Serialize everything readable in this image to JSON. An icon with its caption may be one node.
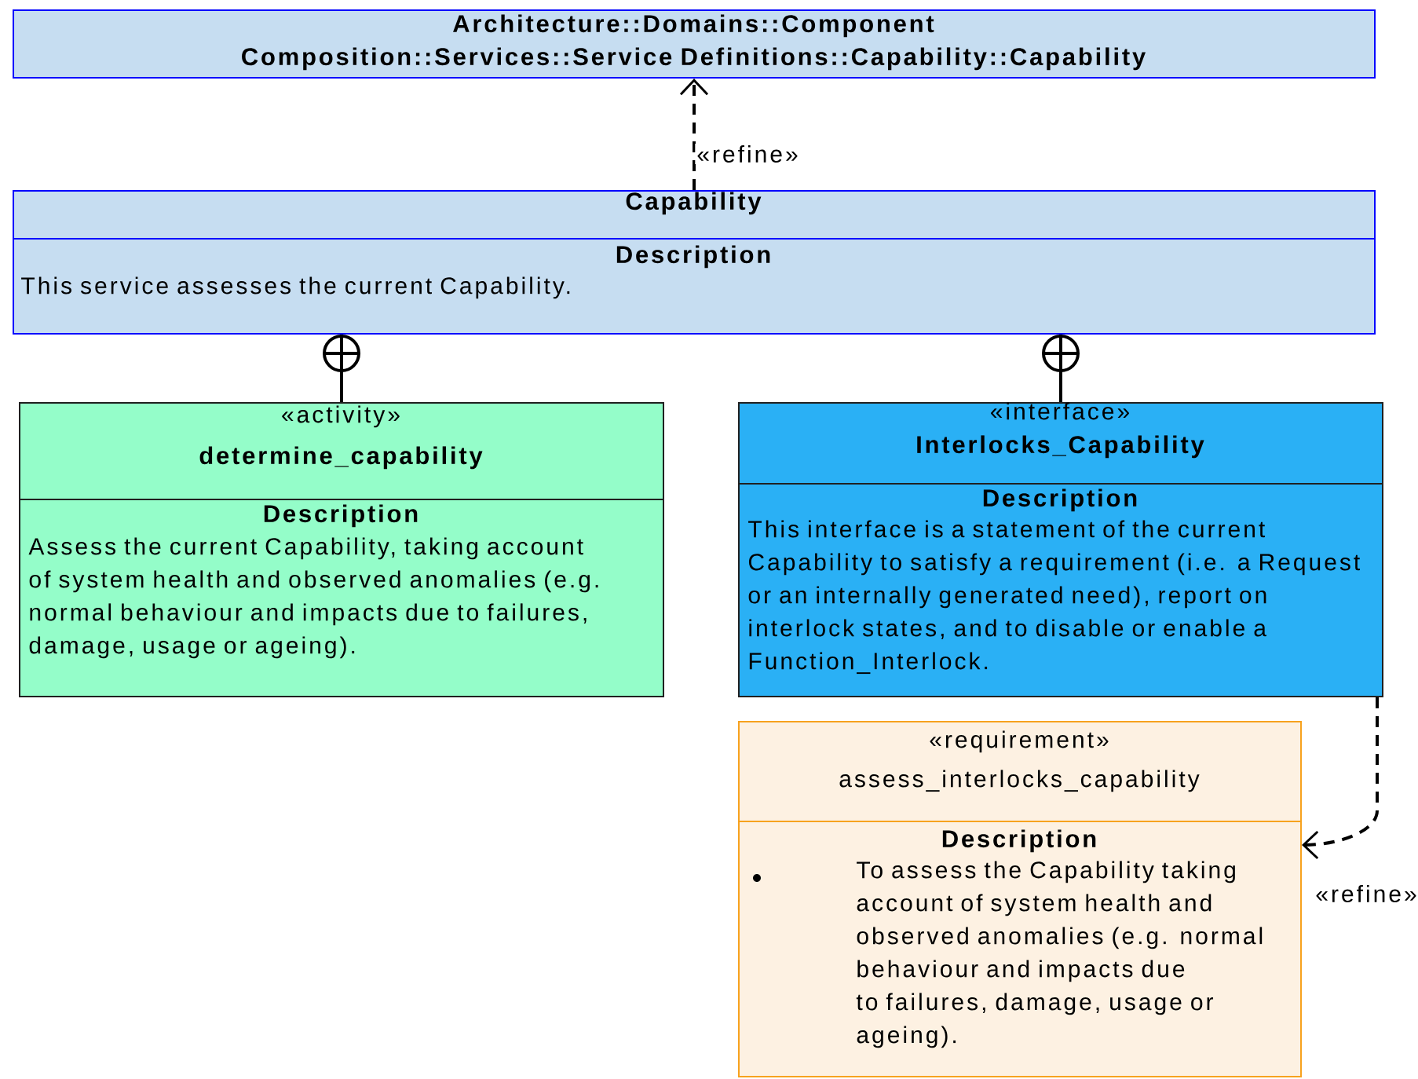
{
  "diagram": {
    "nodes": [
      {
        "text": [
          "Architecture::Domains::Component Composition::Services::Service Definitions::Capability::Capability"
        ]
      },
      {
        "text": [
          "Capability",
          "Description",
          "This service assesses the current Capability."
        ]
      },
      {
        "text": [
          "«activity»",
          "determine_capability",
          "Description",
          "Assess the current Capability, taking account of system health and observed anomalies (e.g. normal behaviour and impacts due to failures, damage, usage or ageing)."
        ]
      },
      {
        "text": [
          "«interface»",
          "Interlocks_Capability",
          "Description",
          "This interface is a statement of the current Capability to satisfy a requirement (i.e. a Request or an internally generated need), report on interlock states, and to disable or enable a Function_Interlock."
        ]
      },
      {
        "text": [
          "«requirement»",
          "assess_interlocks_capability",
          "Description",
          "To assess the Capability taking account of system health and observed anomalies (e.g. normal behaviour and impacts due to failures, damage, usage or ageing)."
        ]
      }
    ],
    "edges": [
      {
        "from": 1,
        "to": 0,
        "arrow": "to",
        "style": "dashed",
        "label": "«refine»"
      },
      {
        "from": 2,
        "to": 1,
        "arrow": "other"
      },
      {
        "from": 3,
        "to": 1,
        "arrow": "other"
      },
      {
        "from": 3,
        "to": 4,
        "arrow": "to",
        "style": "dashed",
        "label": "«refine»"
      }
    ]
  }
}
